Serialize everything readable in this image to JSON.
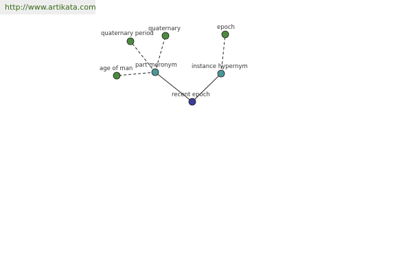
{
  "site": {
    "url": "http://www.artikata.com"
  },
  "graph": {
    "nodes": [
      {
        "id": "recent-epoch",
        "label": "recent epoch",
        "kind": "center",
        "color": "#3c3c9a"
      },
      {
        "id": "part-meronym",
        "label": "part meronym",
        "kind": "relation",
        "color": "#4a9898"
      },
      {
        "id": "instance-hypernym",
        "label": "instance hypernym",
        "kind": "relation",
        "color": "#4a9898"
      },
      {
        "id": "quaternary-period",
        "label": "quaternary period",
        "kind": "term",
        "color": "#4e8a3e"
      },
      {
        "id": "quaternary",
        "label": "quaternary",
        "kind": "term",
        "color": "#4e8a3e"
      },
      {
        "id": "age-of-man",
        "label": "age of man",
        "kind": "term",
        "color": "#4e8a3e"
      },
      {
        "id": "epoch",
        "label": "epoch",
        "kind": "term",
        "color": "#4e8a3e"
      }
    ],
    "edges": [
      {
        "from": "recent-epoch",
        "to": "part-meronym",
        "style": "solid"
      },
      {
        "from": "recent-epoch",
        "to": "instance-hypernym",
        "style": "solid"
      },
      {
        "from": "part-meronym",
        "to": "quaternary-period",
        "style": "dashed"
      },
      {
        "from": "part-meronym",
        "to": "quaternary",
        "style": "dashed"
      },
      {
        "from": "part-meronym",
        "to": "age-of-man",
        "style": "dashed"
      },
      {
        "from": "instance-hypernym",
        "to": "epoch",
        "style": "dashed"
      }
    ]
  }
}
